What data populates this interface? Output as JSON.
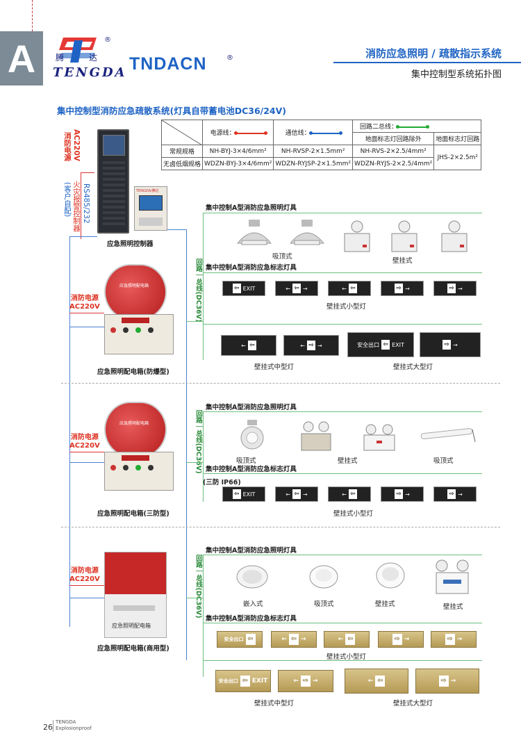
{
  "header": {
    "tab_letter": "A",
    "logo_cn_left": "腾",
    "logo_cn_right": "达",
    "logo_en": "TENGDA",
    "brand": "TNDACN",
    "reg_mark": "®",
    "title": "消防应急照明 / 疏散指示系统",
    "subtitle": "集中控制型系统拓扑图"
  },
  "section_title": "集中控制型消防应急疏散系统(灯具自带蓄电池DC36/24V)",
  "spec_table": {
    "col_power": "电源线：",
    "col_comm": "通信线：",
    "col_loop2": "回路二总线：",
    "col_loop2_a": "地面标志灯回路除外",
    "col_loop2_b": "地面标志灯回路",
    "row1_label": "常规规格",
    "row1_power": "NH-BYJ-3×4/6mm²",
    "row1_comm": "NH-RVSP-2×1.5mm²",
    "row1_loop_a": "NH-RVS-2×2.5/4mm²",
    "loop_b_value": "JHS-2×2.5m²",
    "row2_label": "无卤低烟规格",
    "row2_power": "WDZN-BYJ-3×4/6mm²",
    "row2_comm": "WDZN-RYJSP-2×1.5mm²",
    "row2_loop_a": "WDZN-RYJS-2×2.5/4mm²"
  },
  "left": {
    "fire_power_v": "消防电源",
    "ac_v": "AC220V",
    "rs485": "RS485/232",
    "fire_alarm": "火灾报警控制器",
    "customer": "(客户自配)",
    "controller_label": "应急照明控制器",
    "controller_screen_brand": "TENGDA/腾达"
  },
  "section1": {
    "power_label": "消防电源\nAC220V",
    "box_label": "应急照明配电箱(防爆型)",
    "box_front": "应急照明配电箱",
    "loop_label": "回路｜总线(DC36V)",
    "lamp_title": "集中控制A型消防应急照明灯具",
    "lamp_ceiling": "吸顶式",
    "lamp_wall": "壁挂式",
    "sign_title": "集中控制A型消防应急标志灯具",
    "sign_small": "壁挂式小型灯",
    "sign_medium": "壁挂式中型灯",
    "sign_large": "壁挂式大型灯"
  },
  "section2": {
    "power_label": "消防电源\nAC220V",
    "box_label": "应急照明配电箱(三防型)",
    "box_front": "应急照明配电箱",
    "loop_label": "回路｜总线(DC36V)",
    "lamp_title": "集中控制A型消防应急照明灯具",
    "lamp_ceiling": "吸顶式",
    "lamp_wall": "壁挂式",
    "lamp_ceiling2": "吸顶式",
    "sign_title": "集中控制A型消防应急标志灯具",
    "ip_label": "(三防 IP66)",
    "sign_small": "壁挂式小型灯"
  },
  "section3": {
    "power_label": "消防电源\nAC220V",
    "box_label": "应急照明配电箱(商用型)",
    "box_front": "应急照明配电箱",
    "loop_label": "回路｜总线(DC36V)",
    "lamp_title": "集中控制A型消防应急照明灯具",
    "lamp_embedded": "嵌入式",
    "lamp_ceiling": "吸顶式",
    "lamp_wall": "壁挂式",
    "lamp_wall2": "壁挂式",
    "sign_title": "集中控制A型消防应急标志灯具",
    "sign_small": "壁挂式小型灯",
    "sign_medium": "壁挂式中型灯",
    "sign_large": "壁挂式大型灯"
  },
  "signs": {
    "exit": "EXIT",
    "safe_exit": "安全出口"
  },
  "footer": {
    "page": "26",
    "brand": "TENGDA",
    "sub": "Explosionproof"
  },
  "colors": {
    "brand_blue": "#1e63c4",
    "alert_red": "#d32f2f",
    "loop_green": "#6cbe7e"
  }
}
